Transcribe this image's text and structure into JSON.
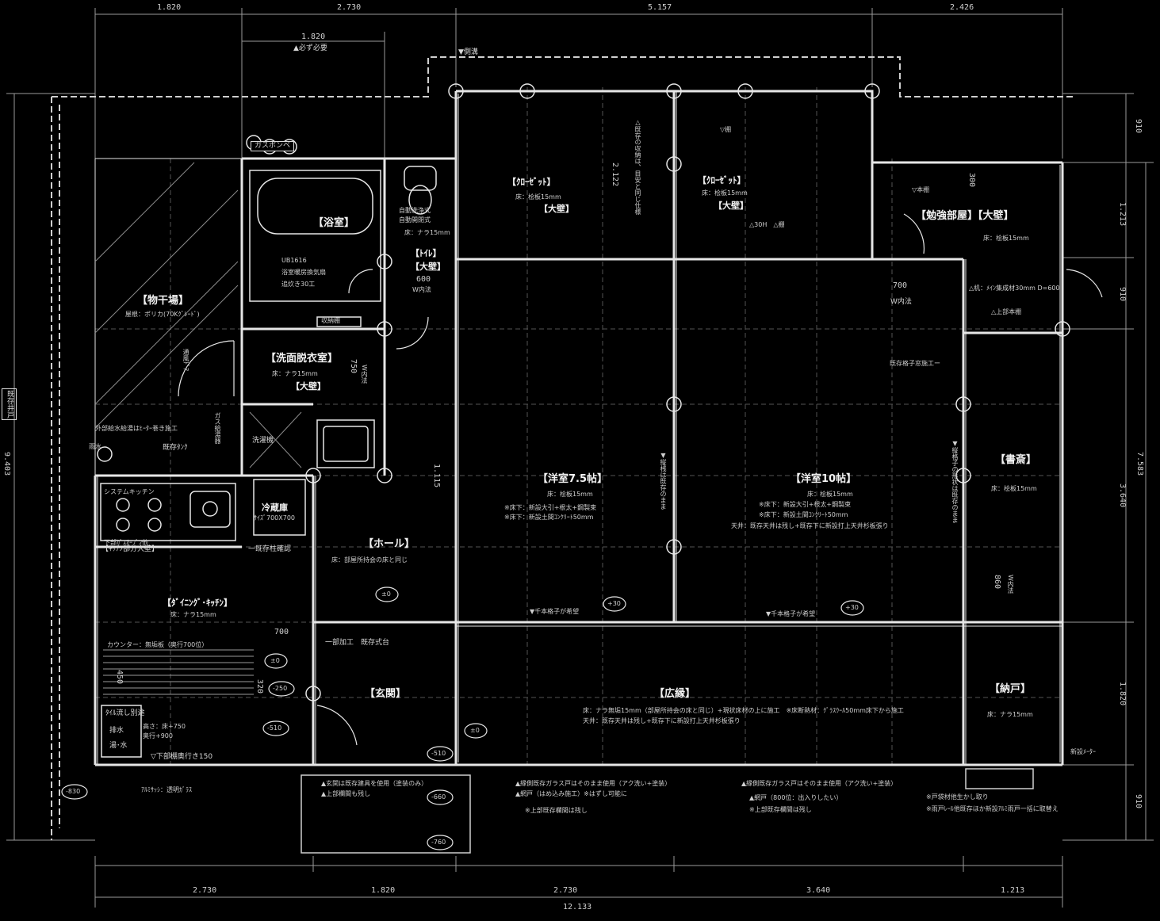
{
  "top_dims": [
    "1.820",
    "2.730",
    "5.157",
    "2.426"
  ],
  "top_sub_dim": "1.820",
  "top_note": "▲必ず必要",
  "north_note": "▼側溝",
  "bottom_dims": [
    "2.730",
    "1.820",
    "2.730",
    "3.640",
    "1.213"
  ],
  "bottom_total": "12.133",
  "left_total": "9.403",
  "right_dims": [
    "910",
    "1.213",
    "910",
    "3.640",
    "1.820",
    "910"
  ],
  "right_total": "7.583",
  "rooms": {
    "closet1": "【ｸﾛｰｾﾞｯﾄ】",
    "closet1_floor": "床：桧板15mm",
    "closet1_wall": "【大壁】",
    "closet2": "【ｸﾛｰｾﾞｯﾄ】",
    "closet2_floor": "床：桧板15mm",
    "closet2_wall": "【大壁】",
    "study": "【勉強部屋】【大壁】",
    "study_floor": "床：桧板15mm",
    "bath": "【浴室】",
    "bath_spec1": "UB1616",
    "bath_spec2": "浴室暖房換気扇",
    "bath_spec3": "追炊き30工",
    "toilet": "【ﾄｲﾚ】",
    "toilet_wall": "【大壁】",
    "toilet_floor": "床：ナラ15mm",
    "toilet_spec": "自動洗浄式",
    "washroom": "【洗面脱衣室】",
    "washroom_floor": "床：ナラ15mm",
    "washroom_wall": "【大壁】",
    "drying": "【物干場】",
    "drying_roof": "屋根：ポリカ(70Kｸﾞﾚｰﾄﾞ)",
    "western75": "【洋室7.5帖】",
    "western75_floor": "床：桧板15mm",
    "western75_note1": "※床下：新設大引+根太+鋼製束",
    "western75_note2": "※床下：新設土間ｺﾝｸﾘｰﾄ50mm",
    "western10": "【洋室10帖】",
    "western10_floor": "床：桧板15mm",
    "western10_note1": "※床下：新設大引+根太+鋼製束",
    "western10_note2": "※床下：新設土間ｺﾝｸﾘｰﾄ50mm",
    "western10_note3": "天井：既存天井は残し+既存下に新設打上天井杉板張り",
    "shosai": "【書斎】",
    "shosai_floor": "床：桧板15mm",
    "hall": "【ホール】",
    "hall_floor": "床：部屋所持会の床と同じ",
    "dining": "【ﾀﾞｲﾆﾝｸﾞ･ｷｯﾁﾝ】",
    "dining_floor": "床：ナラ15mm",
    "genkan": "【玄関】",
    "engawa": "【広縁】",
    "engawa_floor": "床：ナラ無垢15mm（部屋所持会の床と同じ）+現状床材の上に施工　※床断熱材：ｸﾞﾗｽｳｰﾙ50mm床下から施工",
    "engawa_ceiling": "天井：既存天井は残し+既存下に新設打上天井杉板張り",
    "nando": "【納戸】",
    "nando_floor": "床：ナラ15mm"
  },
  "labels": {
    "gas": "ガスボンベ",
    "fridge": "冷蔵庫",
    "fridge_size": "ｻｲｽﾞ700X700",
    "system_kitchen": "システムキッチン",
    "kitchen_wall": "【ｷｯﾁﾝ部分大壁】",
    "existing_pillar": "一既存柱確認",
    "counter": "カウンター：無垢板（奥行700位）",
    "partial_work": "一部加工　既存式台",
    "drain": "排水",
    "hot_water": "湯･水",
    "tile": "ﾀｲﾙ流し別途",
    "under_depth": "▽下部棚奥行き150",
    "aluminum": "ｱﾙﾐｻｯｼ：透明ｶﾞﾗｽ",
    "existing_well": "既存井戸",
    "rain_water": "雨水",
    "outdoor_water": "外部給水給湯はﾋｰﾀｰ巻き施工",
    "existing_tank": "既存ﾀﾝｸ",
    "washing": "洗濯機",
    "storage": "収納棚",
    "sliding_door": "通風ﾄﾞｱ",
    "gas_heater": "ガス給湯器",
    "new_meter": "新設ﾒｰﾀｰ",
    "existing_partition": "既存格子窓施工ー",
    "kouji_note": "▼千本格子が希望",
    "kouji_note2": "▼千本格子が希望",
    "genkan_note1": "▲玄関は既存建具を使用（塗装のみ）",
    "genkan_note2": "▲上部欄間も残し",
    "engawa_note1": "▲縁側既存ガラス戸はそのまま使用（アク洗い+塗装）",
    "engawa_note2": "▲網戸（はめ込み施工）※はずし可能に",
    "engawa_note3": "※上部既存欄間は残し",
    "engawa_note4": "▲縁側既存ガラス戸はそのまま使用（アク洗い+塗装）",
    "engawa_note5": "▲網戸（800位：出入りしたい）",
    "engawa_note6": "※上部既存欄間は残し",
    "tobukuro1": "※戸袋材他生かし取り",
    "tobukuro2": "※雨戸ﾚｰﾙ他既存ほか新設ｱﾙﾐ雨戸一括に取替え",
    "desk": "△机：ﾒｲﾝ集成材30mm D=600",
    "upper_shelf": "△上部本棚",
    "inner": "W内法",
    "inner2": "W内法",
    "inner3": "W内法",
    "inner_mid": "W内法",
    "v_note1": "△既存の収納は、目安と同じ仕様",
    "v_note2": "▼縦桟は既存のまま",
    "v_note3": "▼縦格子の形状は既存のまま",
    "dim_700": "700",
    "dim_700b": "700",
    "dim_600": "600",
    "dim_750": "750",
    "dim_860": "860",
    "dim_1115": "1.115",
    "dim_2122": "2.122",
    "dim_300": "300",
    "dim_450": "450",
    "dim_320": "320",
    "kitchen_under": "下部ｶﾞｽｵｰﾌﾞﾝ他",
    "toilet_extra": "自動開閉式",
    "shelf_note": "▽棚",
    "shelf_note2": "▽本棚",
    "shelf_30": "△30H　△棚",
    "counter_spec1": "高さ：床+750",
    "counter_spec2": "奥行+900",
    "levels": [
      "±0",
      "+30",
      "+30",
      "±0",
      "-250",
      "-510",
      "±0",
      "-510",
      "-660",
      "-760",
      "-830"
    ]
  },
  "colors": {
    "background": "#000000",
    "line": "#e6e6e6",
    "dim_line": "#9a9a9a"
  }
}
